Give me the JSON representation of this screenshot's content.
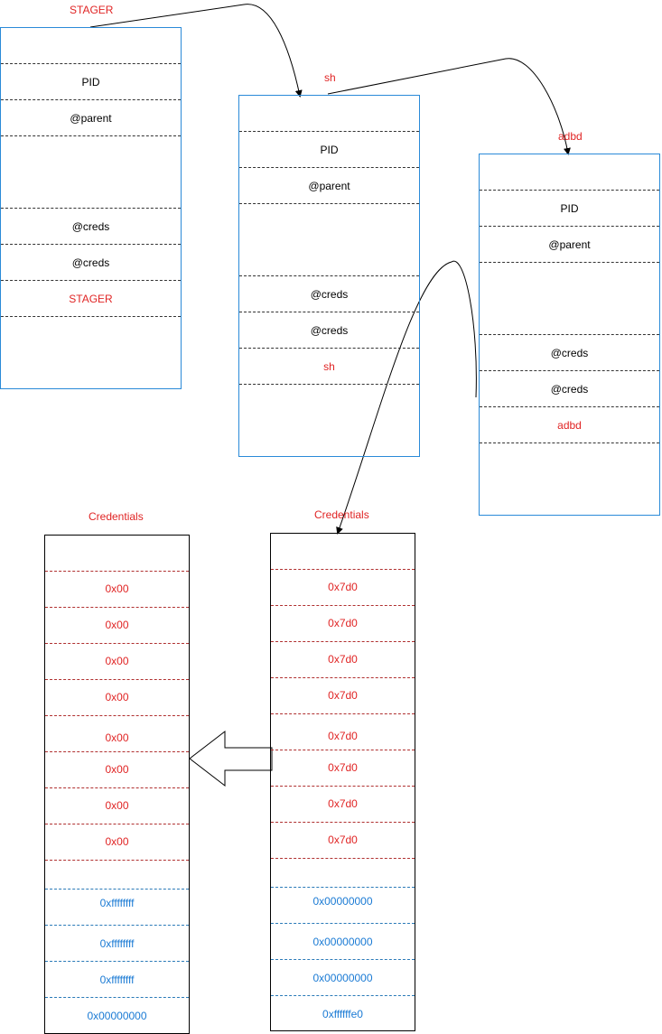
{
  "tasks": {
    "stager": {
      "title": "STAGER",
      "pid": "PID",
      "parent": "@parent",
      "creds1": "@creds",
      "creds2": "@creds",
      "comm": "STAGER"
    },
    "sh": {
      "title": "sh",
      "pid": "PID",
      "parent": "@parent",
      "creds1": "@creds",
      "creds2": "@creds",
      "comm": "sh"
    },
    "adbd": {
      "title": "adbd",
      "pid": "PID",
      "parent": "@parent",
      "creds1": "@creds",
      "creds2": "@creds",
      "comm": "adbd"
    }
  },
  "credentials": {
    "left": {
      "title": "Credentials",
      "ids": [
        "0x00",
        "0x00",
        "0x00",
        "0x00",
        "0x00",
        "0x00",
        "0x00",
        "0x00"
      ],
      "caps": [
        "0xffffffff",
        "0xffffffff",
        "0xffffffff",
        "0x00000000"
      ]
    },
    "right": {
      "title": "Credentials",
      "ids": [
        "0x7d0",
        "0x7d0",
        "0x7d0",
        "0x7d0",
        "0x7d0",
        "0x7d0",
        "0x7d0",
        "0x7d0"
      ],
      "caps": [
        "0x00000000",
        "0x00000000",
        "0x00000000",
        "0xffffffe0"
      ]
    }
  },
  "colors": {
    "task_border": "#2a8ad8",
    "red_text": "#e02424",
    "blue_text": "#1a7ad4"
  }
}
